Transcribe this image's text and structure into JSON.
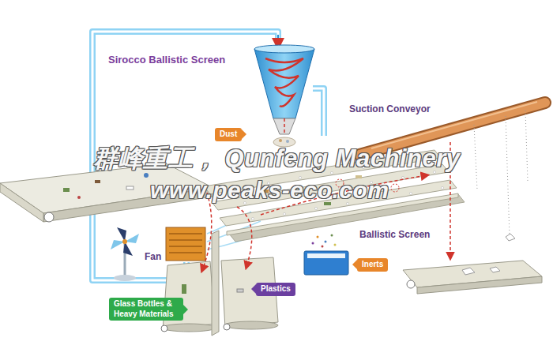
{
  "diagram": {
    "title": "Sirocco Ballistic Screen",
    "nodes": [
      {
        "text": [
          "Dust"
        ]
      },
      {
        "text": [
          "Inerts"
        ]
      },
      {
        "text": [
          "Plastics"
        ]
      },
      {
        "text": [
          "Glass Bottles & Heavy Materials"
        ]
      }
    ],
    "labels": [
      "Suction Conveyor",
      "群峰重工， Qunfeng Machinery",
      "www.peaks-eco.com",
      "Ballistic Screen",
      "Fan"
    ]
  }
}
